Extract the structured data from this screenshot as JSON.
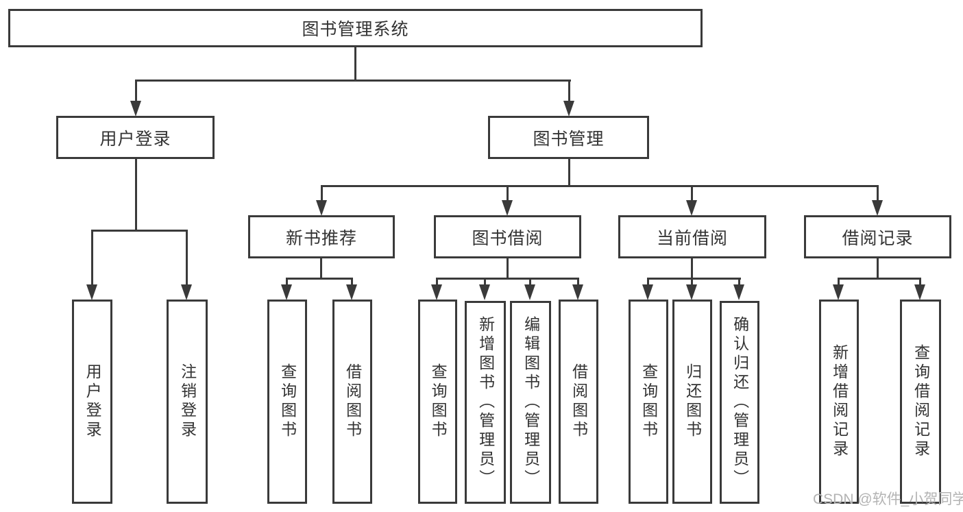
{
  "diagram": {
    "type": "tree",
    "root": "图书管理系统",
    "branches": [
      {
        "label": "用户登录",
        "children": [
          "用户登录",
          "注销登录"
        ]
      },
      {
        "label": "图书管理",
        "children": [
          {
            "label": "新书推荐",
            "children": [
              "查询图书",
              "借阅图书"
            ]
          },
          {
            "label": "图书借阅",
            "children": [
              "查询图书",
              "新增图书（管理员）",
              "编辑图书（管理员）",
              "借阅图书"
            ]
          },
          {
            "label": "当前借阅",
            "children": [
              "查询图书",
              "归还图书",
              "确认归还（管理员）"
            ]
          },
          {
            "label": "借阅记录",
            "children": [
              "新增借阅记录",
              "查询借阅记录"
            ]
          }
        ]
      }
    ],
    "watermark": "CSDN @软件_小贺同学",
    "colors": {
      "line": "#3a3a3a",
      "text": "#333333",
      "watermark": "#b3b3b3",
      "background": "#ffffff"
    }
  }
}
